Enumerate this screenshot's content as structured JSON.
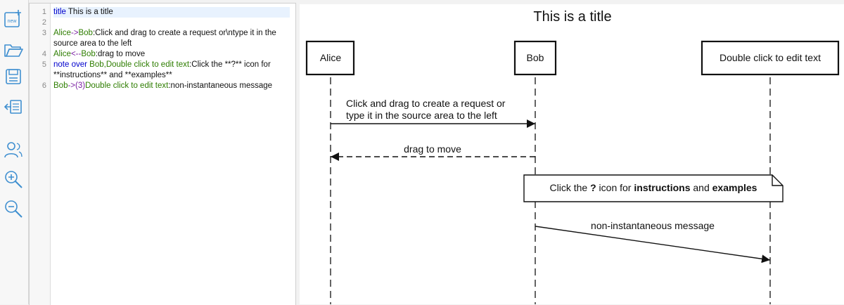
{
  "toolbar": {
    "items": [
      {
        "name": "new-file-icon",
        "label": "new"
      },
      {
        "name": "open-folder-icon"
      },
      {
        "name": "save-icon"
      },
      {
        "name": "export-icon"
      },
      {
        "name": "users-icon"
      },
      {
        "name": "zoom-in-icon"
      },
      {
        "name": "zoom-out-icon"
      }
    ]
  },
  "editor": {
    "lines": [
      {
        "num": "1",
        "parts": [
          {
            "t": "title",
            "c": "kw"
          },
          {
            "t": " This is a title",
            "c": "ms"
          }
        ]
      },
      {
        "num": "2",
        "parts": []
      },
      {
        "num": "3",
        "parts": [
          {
            "t": "Alice",
            "c": "pt"
          },
          {
            "t": "->",
            "c": "ar"
          },
          {
            "t": "Bob",
            "c": "pt"
          },
          {
            "t": ":Click and drag to create a request or\\ntype it in the source area to the left",
            "c": "ms"
          }
        ]
      },
      {
        "num": "4",
        "parts": [
          {
            "t": "Alice",
            "c": "pt"
          },
          {
            "t": "<--",
            "c": "ar"
          },
          {
            "t": "Bob",
            "c": "pt"
          },
          {
            "t": ":drag to move",
            "c": "ms"
          }
        ]
      },
      {
        "num": "5",
        "parts": [
          {
            "t": "note over ",
            "c": "kw"
          },
          {
            "t": "Bob,Double click to edit text",
            "c": "pt"
          },
          {
            "t": ":Click the **?** icon for **instructions** and **examples**",
            "c": "ms"
          }
        ]
      },
      {
        "num": "6",
        "parts": [
          {
            "t": "Bob",
            "c": "pt"
          },
          {
            "t": "->(3)",
            "c": "ar"
          },
          {
            "t": "Double click to edit text",
            "c": "pt"
          },
          {
            "t": ":non-instantaneous message",
            "c": "ms"
          }
        ]
      }
    ]
  },
  "diagram": {
    "title": "This is a title",
    "participants": [
      "Alice",
      "Bob",
      "Double click to edit text"
    ],
    "messages": [
      {
        "lines": [
          "Click and drag to create a request or",
          "type it in the source area to the left"
        ]
      },
      {
        "lines": [
          "drag to move"
        ]
      },
      {
        "lines": [
          "non-instantaneous message"
        ]
      }
    ],
    "note": {
      "parts": [
        {
          "t": "Click the ",
          "b": false
        },
        {
          "t": "?",
          "b": true
        },
        {
          "t": " icon for ",
          "b": false
        },
        {
          "t": "instructions",
          "b": true
        },
        {
          "t": " and ",
          "b": false
        },
        {
          "t": "examples",
          "b": true
        }
      ]
    }
  }
}
